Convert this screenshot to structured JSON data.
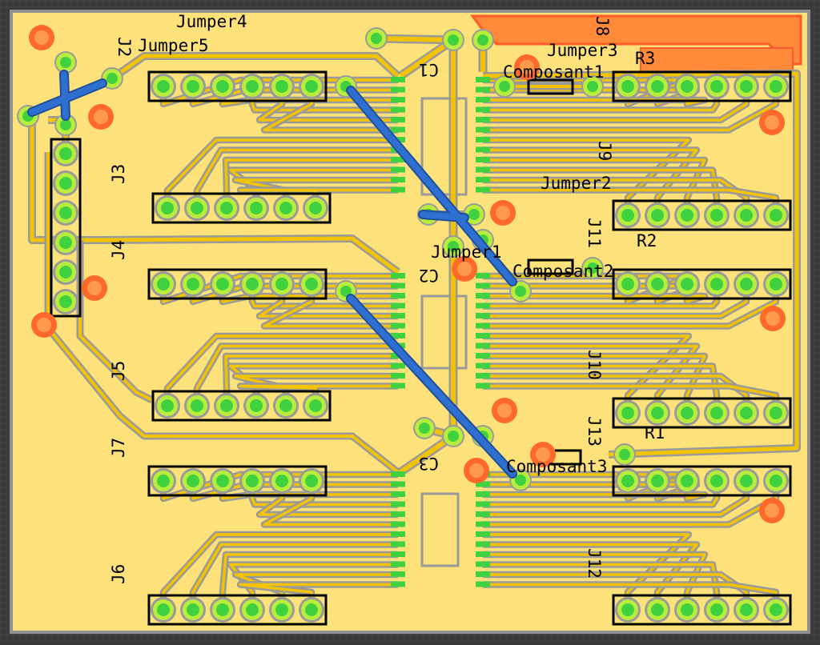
{
  "colors": {
    "background": "#3a3a3a",
    "board": "#fde27c",
    "clearance": "#9a9a9a",
    "trace": "#f3c300",
    "pad": "#3fd13f",
    "pad_ring": "#b9ec3c",
    "wire": "#2f6fd0",
    "hole": "#ff6a2a",
    "zone": "#ff8a3a",
    "silk": "#000000"
  },
  "labels": {
    "jumper4": "Jumper4",
    "j2": "J2",
    "jumper5": "Jumper5",
    "jumper3": "Jumper3",
    "j8": "J8",
    "r3": "R3",
    "composant1": "Composant1",
    "jumper2": "Jumper2",
    "j9": "J9",
    "r2": "R2",
    "j11": "J11",
    "jumper1": "Jumper1",
    "composant2": "Composant2",
    "j10": "J10",
    "r1": "R1",
    "j13": "J13",
    "composant3": "Composant3",
    "j12": "J12",
    "j3": "J3",
    "j4": "J4",
    "j5": "J5",
    "j7": "J7",
    "j6": "J6",
    "c1": "C1",
    "c2": "C2",
    "c3": "C3"
  }
}
